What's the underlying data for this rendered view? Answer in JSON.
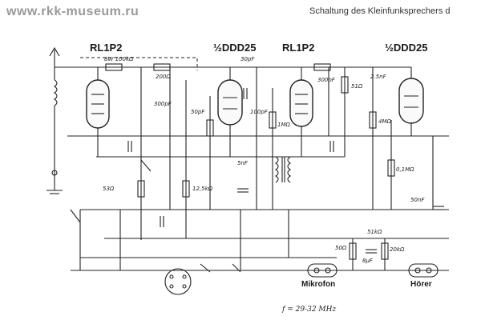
{
  "header": {
    "site": "www.rkk-museum.ru",
    "title": "Schaltung des Kleinfunksprechers d"
  },
  "tubes": [
    {
      "id": "t1",
      "label": "RL1P2"
    },
    {
      "id": "t2",
      "label": "½DDD25"
    },
    {
      "id": "t3",
      "label": "RL1P2"
    },
    {
      "id": "t4",
      "label": "½DDD25"
    }
  ],
  "components": {
    "c_100k_top": "8W 100kΩ",
    "c_200": "200Ω",
    "c_300pf": "300pF",
    "c_30pf_a": "30pF",
    "c_50pf": "50pF",
    "c_100pf": "100pF",
    "c_5nf": "5nF",
    "c_1mo": "1MΩ",
    "c_300pf_b": "300pF",
    "c_51o": "51Ω",
    "c_25nf": "2.5nF",
    "c_4mo": "4MΩ",
    "c_01mo": "0,1MΩ",
    "c_50nf": "50nF",
    "c_53o": "53Ω",
    "c_125ko": "12,5kΩ",
    "c_20ko": "20kΩ",
    "c_51ko": "51kΩ",
    "c_8uf": "8µF",
    "c_50o": "50Ω"
  },
  "connectors": {
    "mic": "Mikrofon",
    "phone": "Hörer"
  },
  "frequency": "f = 29-32 MHz"
}
